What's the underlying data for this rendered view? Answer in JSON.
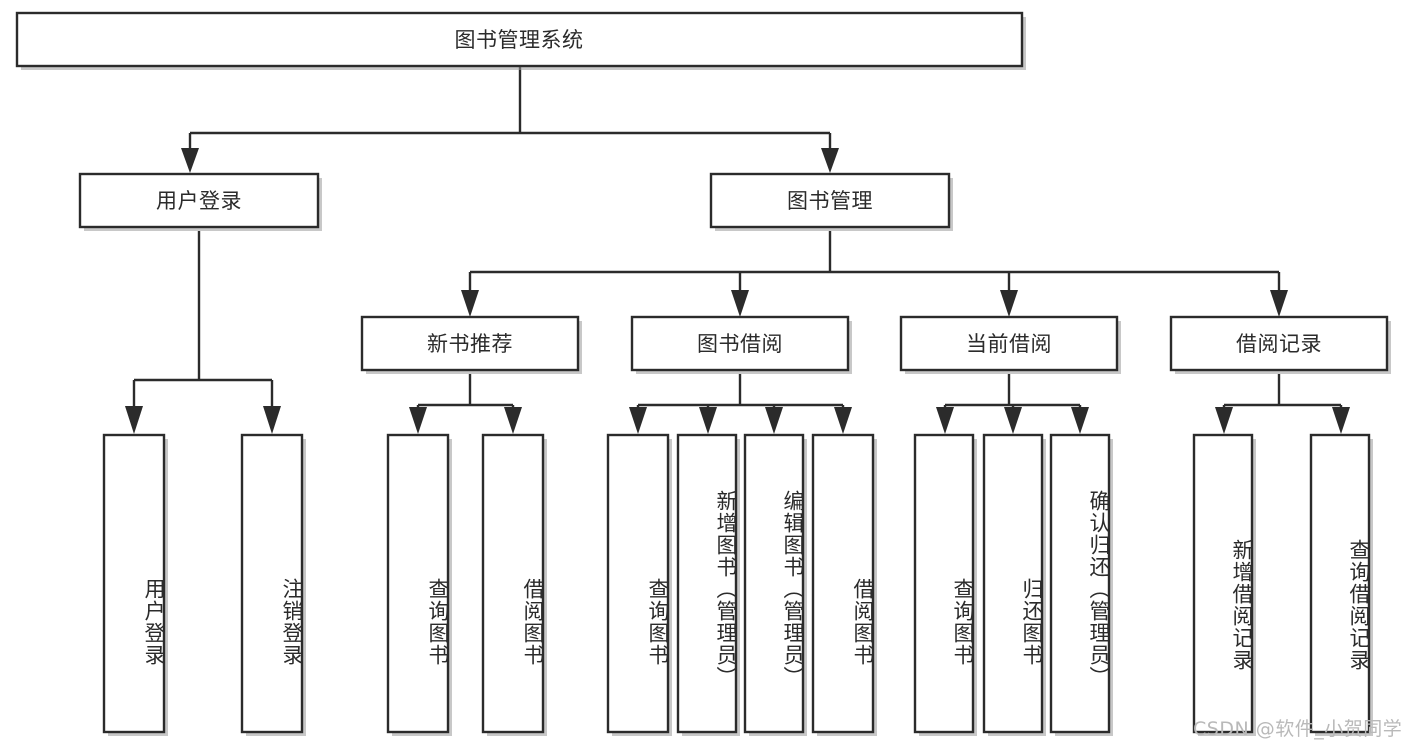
{
  "diagram": {
    "type": "tree",
    "title": "图书管理系统",
    "orientation": "top-down",
    "root": {
      "id": "root",
      "label": "图书管理系统"
    },
    "level1": [
      {
        "id": "user-login",
        "label": "用户登录"
      },
      {
        "id": "book-manage",
        "label": "图书管理"
      }
    ],
    "level2": [
      {
        "id": "new-book-recommend",
        "label": "新书推荐",
        "parent": "book-manage"
      },
      {
        "id": "book-borrow",
        "label": "图书借阅",
        "parent": "book-manage"
      },
      {
        "id": "current-borrow",
        "label": "当前借阅",
        "parent": "book-manage"
      },
      {
        "id": "borrow-record",
        "label": "借阅记录",
        "parent": "book-manage"
      }
    ],
    "leaves": [
      {
        "id": "leaf-user-login",
        "label": "用户登录",
        "parent": "user-login"
      },
      {
        "id": "leaf-user-logout",
        "label": "注销登录",
        "parent": "user-login"
      },
      {
        "id": "leaf-query-book-1",
        "label": "查询图书",
        "parent": "new-book-recommend"
      },
      {
        "id": "leaf-borrow-book-1",
        "label": "借阅图书",
        "parent": "new-book-recommend"
      },
      {
        "id": "leaf-query-book-2",
        "label": "查询图书",
        "parent": "book-borrow"
      },
      {
        "id": "leaf-add-book",
        "label": "新增图书（管理员）",
        "parent": "book-borrow"
      },
      {
        "id": "leaf-edit-book",
        "label": "编辑图书（管理员）",
        "parent": "book-borrow"
      },
      {
        "id": "leaf-borrow-book-2",
        "label": "借阅图书",
        "parent": "book-borrow"
      },
      {
        "id": "leaf-query-book-3",
        "label": "查询图书",
        "parent": "current-borrow"
      },
      {
        "id": "leaf-return-book",
        "label": "归还图书",
        "parent": "current-borrow"
      },
      {
        "id": "leaf-confirm-return",
        "label": "确认归还（管理员）",
        "parent": "current-borrow"
      },
      {
        "id": "leaf-add-record",
        "label": "新增借阅记录",
        "parent": "borrow-record"
      },
      {
        "id": "leaf-query-record",
        "label": "查询借阅记录",
        "parent": "borrow-record"
      }
    ]
  },
  "watermark": {
    "text": "CSDN @软件_小贺同学"
  },
  "colors": {
    "stroke": "#2b2b2b",
    "fill": "#ffffff",
    "text": "#2b2b2b",
    "watermark": "#b9b9b9",
    "shadow": "#9a9a9a"
  }
}
